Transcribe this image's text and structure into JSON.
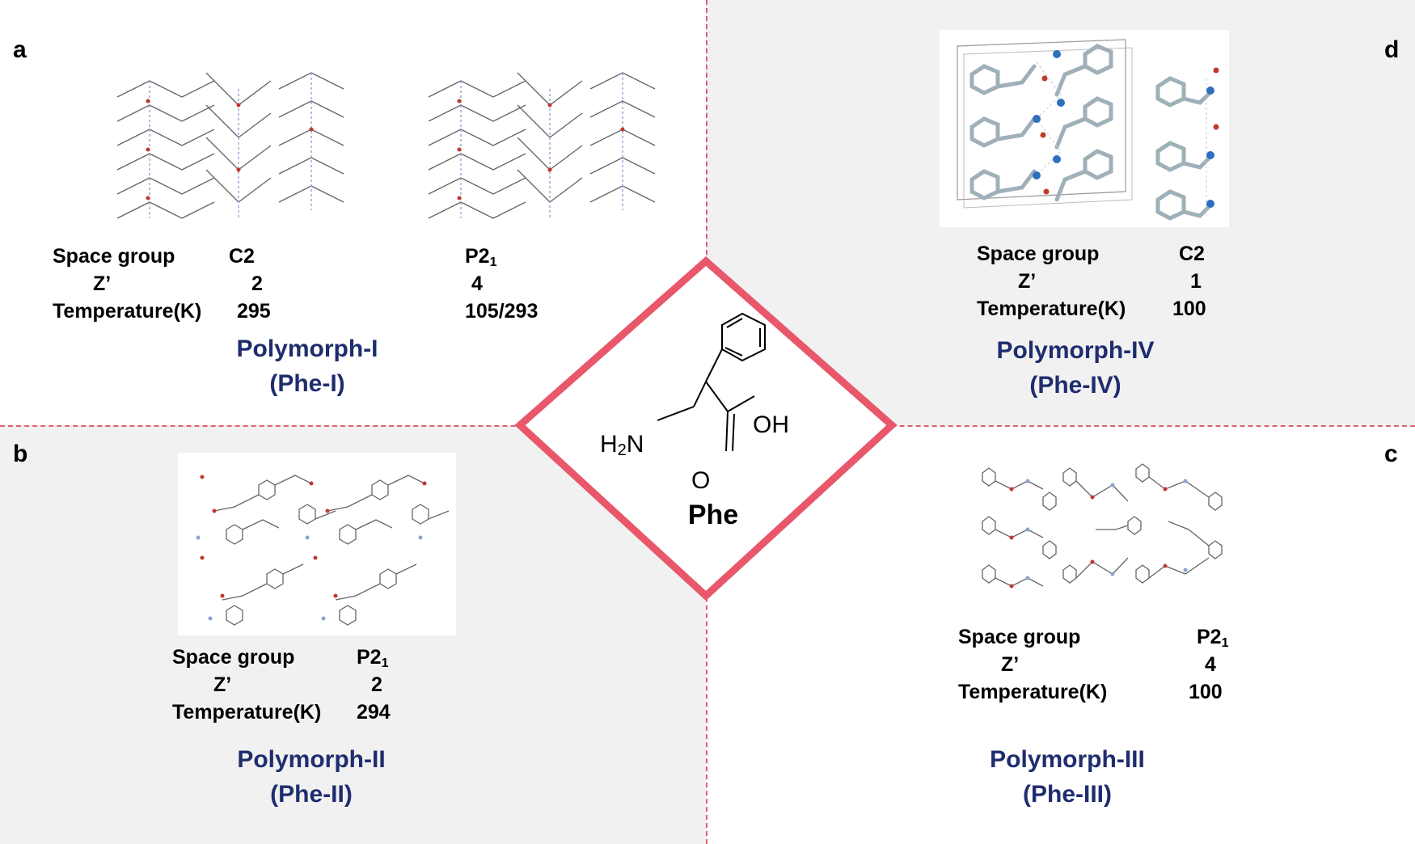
{
  "panels": {
    "a": {
      "letter": "a",
      "table_left": {
        "rows": [
          {
            "label": "Space group",
            "value": "C2"
          },
          {
            "label": "Z’",
            "value": "2"
          },
          {
            "label": "Temperature(K)",
            "value": "295"
          }
        ]
      },
      "table_right": {
        "space_group_main": "P2",
        "space_group_sub": "1",
        "z": "4",
        "temperature": "105/293"
      },
      "title_line1": "Polymorph-I",
      "title_line2": "(Phe-I)"
    },
    "b": {
      "letter": "b",
      "rows": [
        {
          "label": "Space group",
          "value_main": "P2",
          "value_sub": "1"
        },
        {
          "label": "Z’",
          "value_main": "2",
          "value_sub": ""
        },
        {
          "label": "Temperature(K)",
          "value_main": "294",
          "value_sub": ""
        }
      ],
      "title_line1": "Polymorph-II",
      "title_line2": "(Phe-II)"
    },
    "c": {
      "letter": "c",
      "rows": [
        {
          "label": "Space group",
          "value_main": "P2",
          "value_sub": "1"
        },
        {
          "label": "Z’",
          "value_main": "4",
          "value_sub": ""
        },
        {
          "label": "Temperature(K)",
          "value_main": "100",
          "value_sub": ""
        }
      ],
      "title_line1": "Polymorph-III",
      "title_line2": "(Phe-III)"
    },
    "d": {
      "letter": "d",
      "rows": [
        {
          "label": "Space group",
          "value_main": "C2",
          "value_sub": ""
        },
        {
          "label": "Z’",
          "value_main": "1",
          "value_sub": ""
        },
        {
          "label": "Temperature(K)",
          "value_main": "100",
          "value_sub": ""
        }
      ],
      "title_line1": "Polymorph-IV",
      "title_line2": "(Phe-IV)"
    }
  },
  "center": {
    "molecule_label": "Phe",
    "group_oh": "OH",
    "group_nh2_main": "H",
    "group_nh2_sub": "2",
    "group_nh2_tail": "N",
    "group_o": "O"
  },
  "colors": {
    "divider": "#e0606e",
    "diamond": "#e8586a",
    "title": "#1f2d6e",
    "shade": "#f1f1f1"
  }
}
